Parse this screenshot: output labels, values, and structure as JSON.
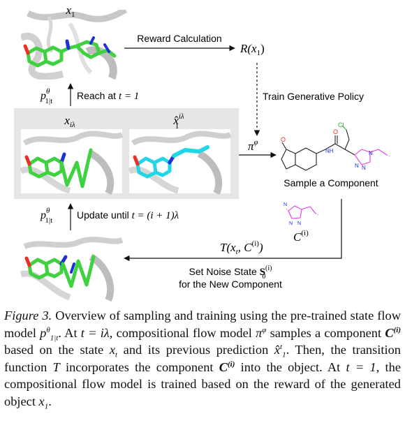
{
  "labels": {
    "x1": "x",
    "x1_sub": "1",
    "reward_calc": "Reward Calculation",
    "reward_fn": "R(x",
    "reward_fn_sub": "1",
    "reward_fn_close": ")",
    "p_theta_top": "p",
    "p_theta_sup": "θ",
    "p_theta_sub": "1|t",
    "reach_at": "Reach at ",
    "reach_t": "t = 1",
    "train_policy": "Train Generative Policy",
    "x_i_lambda": "x",
    "x_i_lambda_sub": "iλ",
    "x_hat": "x̂",
    "x_hat_sup": "iλ",
    "x_hat_sub": "1",
    "pi_phi": "π",
    "pi_phi_sup": "φ",
    "sample_component": "Sample a Component",
    "update_until": "Update until ",
    "update_t": "t = (i + 1)λ",
    "c_i": "C",
    "c_i_sup": "(i)",
    "transition": "T(x",
    "transition_sub": "t",
    "transition_mid": ", C",
    "transition_sup": "(i)",
    "transition_close": ")",
    "noise_line1": "Set Noise State ",
    "noise_S": "S",
    "noise_S_sup": "(i)",
    "noise_S_sub": "0",
    "noise_line2": "for the New Component",
    "mol_cl": "Cl",
    "mol_o": "O",
    "mol_o2": "O",
    "mol_nh": "NH",
    "mol_n1": "N",
    "mol_n2": "N",
    "mol_n3": "N"
  },
  "caption": {
    "fig_label": "Figure 3.",
    "text1": " Overview of sampling and training using the pre-trained state flow model ",
    "text2": ". At ",
    "text3": ", compositional flow model ",
    "text4": " samples a component ",
    "text5": " based on the state ",
    "text6": " and its previous prediction ",
    "text7": ". Then, the transition function ",
    "text8": " incorporates the component ",
    "text9": " into the object. At ",
    "text10": ", the compositional flow model is trained based on the reward of the generated object ",
    "text11": ".",
    "m_p": "p",
    "m_theta": "θ",
    "m_sub": "1|t",
    "m_t_eq": "t = iλ",
    "m_pi": "π",
    "m_phi": "φ",
    "m_C": "C",
    "m_Csup": "(i)",
    "m_xt": "x",
    "m_xt_sub": "t",
    "m_xhat": "x̂",
    "m_xhat_sup": "t",
    "m_xhat_sub": "1",
    "m_T": "T",
    "m_t1": "t = 1",
    "m_x1": "x",
    "m_x1_sub": "1"
  },
  "colors": {
    "ligand_green": "#3fd13f",
    "ligand_cyan": "#22d6e6",
    "nitrogen_blue": "#2030d8",
    "oxygen_red": "#e8302a",
    "component_magenta": "#e040e0",
    "chlorine_green": "#33aa33",
    "panel_gray": "#e6e6e6"
  }
}
